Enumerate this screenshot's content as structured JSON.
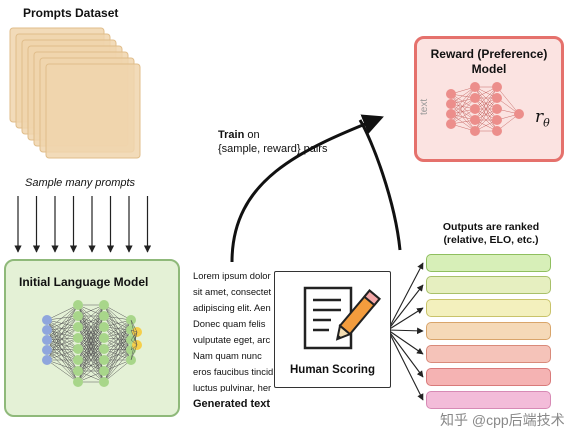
{
  "prompts": {
    "title": "Prompts Dataset",
    "caption": "Sample many prompts"
  },
  "language_model": {
    "title": "Initial Language Model"
  },
  "reward_model": {
    "title_line1": "Reward (Preference)",
    "title_line2": "Model",
    "input_label": "text",
    "output_label": "r",
    "output_subscript": "θ"
  },
  "train": {
    "bold": "Train",
    "rest": " on",
    "line2": "{sample, reward} pairs"
  },
  "generated": {
    "lines": [
      "Lorem ipsum dolor",
      "sit amet, consectet",
      "adipiscing elit. Aen",
      "Donec quam felis",
      "vulputate eget, arc",
      "Nam quam nunc",
      "eros faucibus tincid",
      "luctus pulvinar, her"
    ],
    "label": "Generated text"
  },
  "human_scoring": {
    "label": "Human Scoring"
  },
  "outputs": {
    "title_line1": "Outputs are ranked",
    "title_line2": "(relative, ELO, etc.)",
    "bar_colors": [
      "#d7efb8",
      "#e6efc0",
      "#f3f0bd",
      "#f5d9b7",
      "#f5c3b9",
      "#f5b3b3",
      "#f3bcd9"
    ],
    "bar_borders": [
      "#8fbf5f",
      "#a8c06a",
      "#c9c36a",
      "#d9a56a",
      "#d98a7a",
      "#d97a7a",
      "#d78ab5"
    ]
  },
  "colors": {
    "prompt_card": "#f0d5ad",
    "prompt_card_border": "#e0bd8a",
    "lm_node_green": "#a8d68a",
    "lm_node_blue": "#8fa6dd",
    "lm_node_yellow": "#f5cf4a",
    "rm_node": "#ec8e8b"
  },
  "watermark": "知乎 @cpp后端技术"
}
